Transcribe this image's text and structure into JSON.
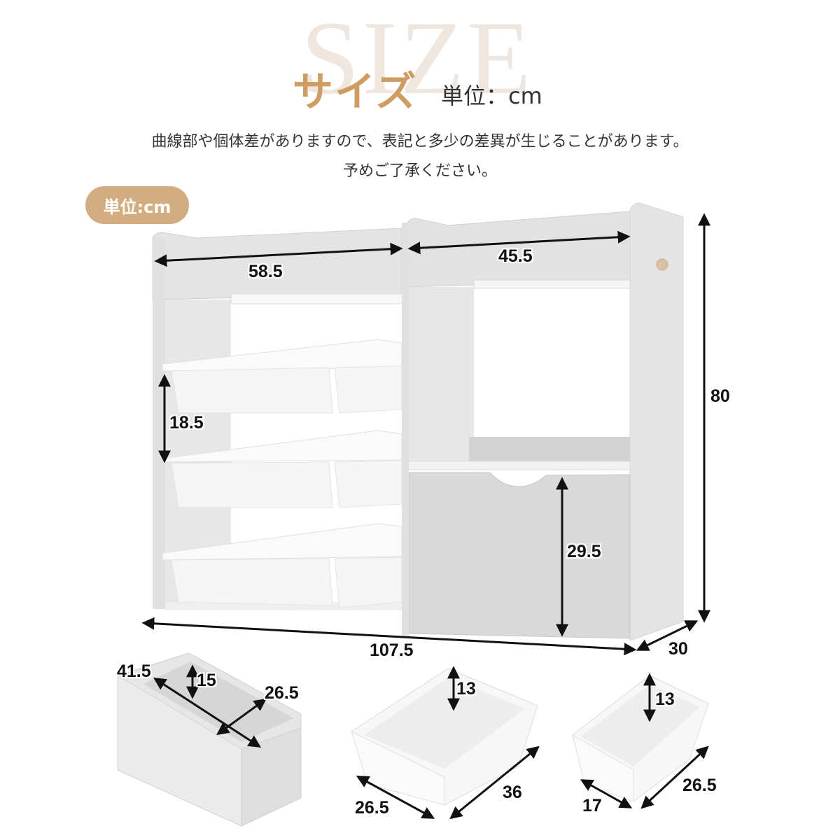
{
  "header": {
    "background_word": "SIZE",
    "title": "サイズ",
    "unit_label": "単位：cm",
    "note_line1": "曲線部や個体差がありますので、表記と多少の差異が生じることがあります。",
    "note_line2": "予めご了承ください。",
    "badge": "単位:cm"
  },
  "colors": {
    "accent": "#cf9d63",
    "badge_bg": "#d2ad7f",
    "background_word": "#efe7df",
    "panel": "#e2e2e2",
    "panel_dark": "#d4d4d4",
    "bin": "#f6f6f6",
    "dimension_line": "#111111"
  },
  "shelf": {
    "left_section_width": "58.5",
    "right_section_width": "45.5",
    "bin_row_height": "18.5",
    "total_height": "80",
    "cabinet_height": "29.5",
    "total_width": "107.5",
    "depth": "30"
  },
  "components": [
    {
      "name": "drawer-box",
      "length": "41.5",
      "height": "15",
      "width": "26.5"
    },
    {
      "name": "large-bin",
      "height": "13",
      "width": "26.5",
      "length": "36"
    },
    {
      "name": "small-bin",
      "height": "13",
      "width": "17",
      "length": "26.5"
    }
  ]
}
